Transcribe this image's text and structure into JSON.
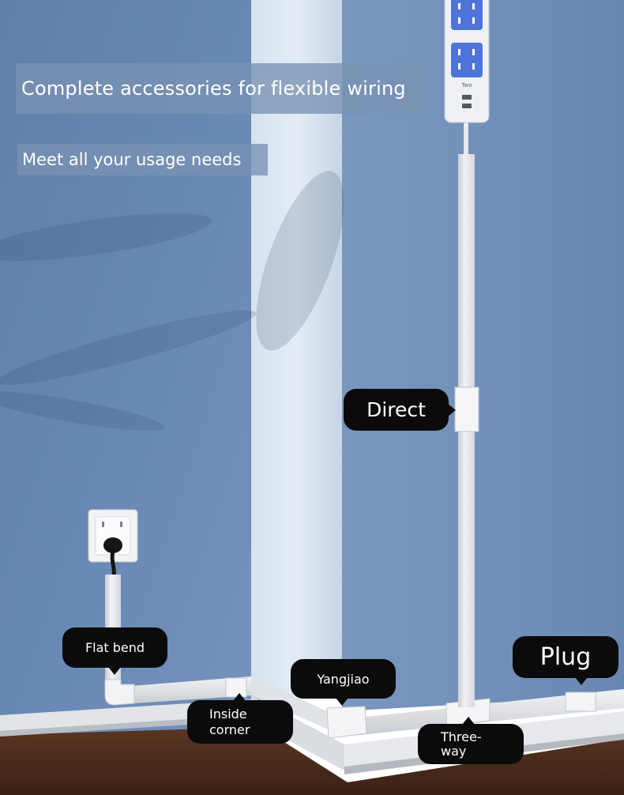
{
  "headline": "Complete accessories for flexible wiring",
  "subheadline": "Meet all your usage needs",
  "power_strip_label": "Two",
  "callouts": {
    "direct": "Direct",
    "flat_bend": "Flat bend",
    "yangjiao": "Yangjiao",
    "plug": "Plug",
    "inside_corner": [
      "Inside",
      "corner"
    ],
    "three_way": [
      "Three-",
      "way"
    ]
  },
  "colors": {
    "wall": "#6f8db7",
    "wall_light": "#c7d6e8",
    "raceway": "#e9ebee",
    "floor": "#4a2b1a",
    "bubble": "#0b0b0c",
    "socket_accent": "#4f74d9"
  }
}
